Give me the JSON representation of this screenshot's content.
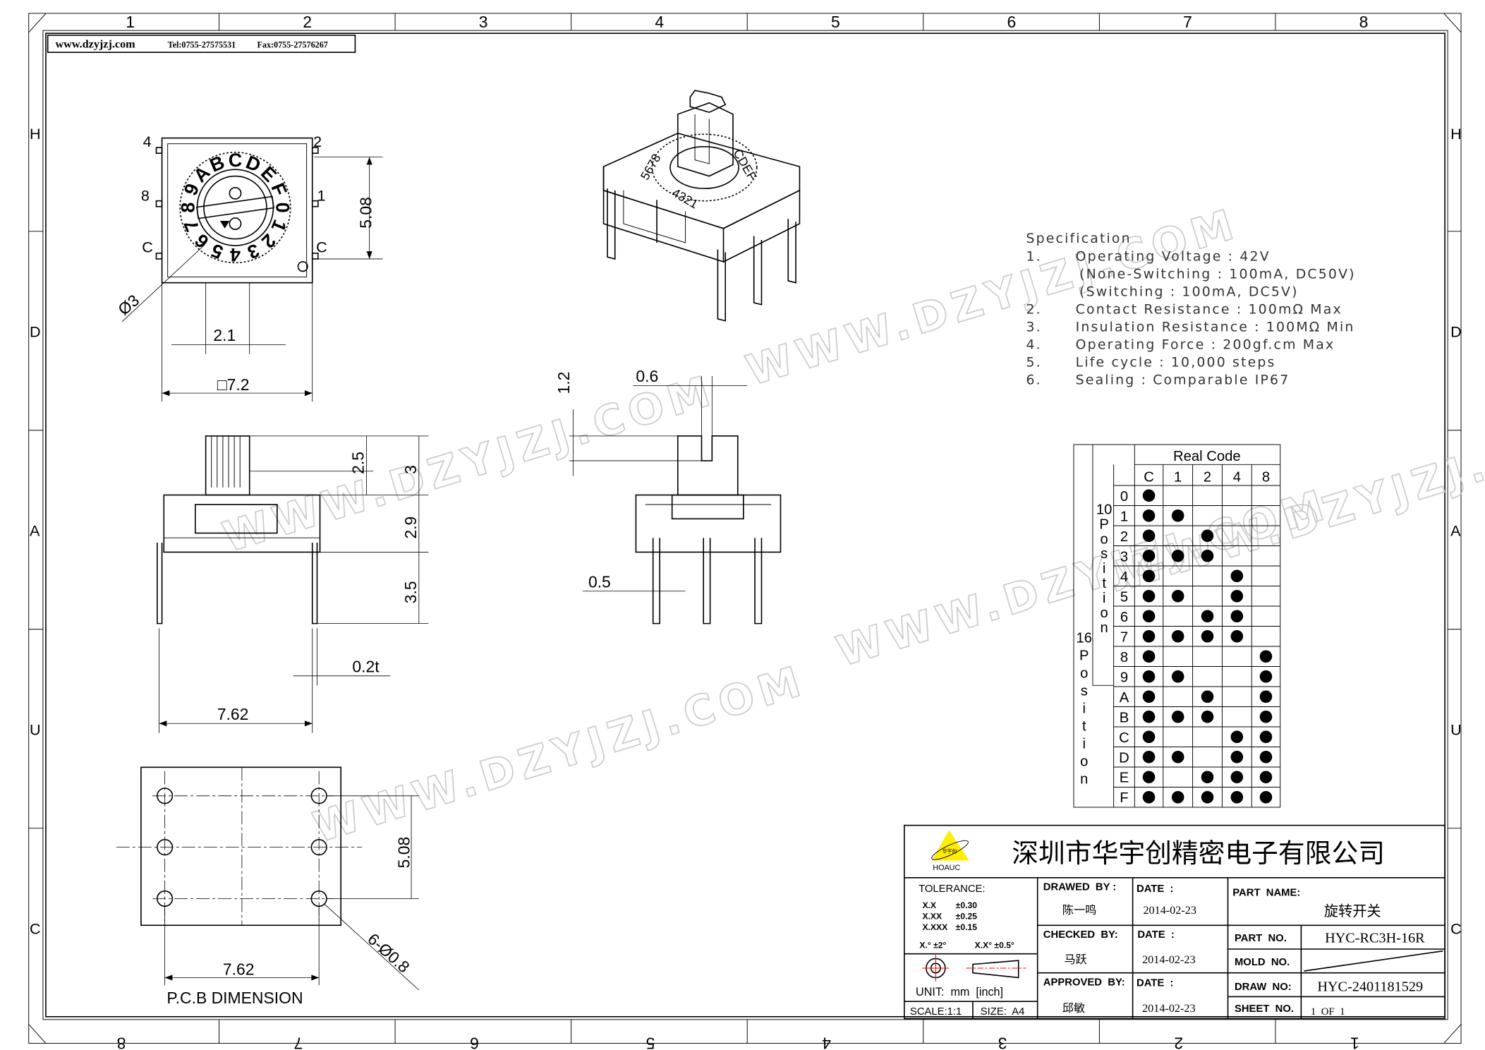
{
  "header": {
    "site": "www.dzyjzj.com",
    "tel": "Tel:0755-27575531",
    "fax": "Fax:0755-27576267"
  },
  "frame": {
    "top_zones": [
      "1",
      "2",
      "3",
      "4",
      "5",
      "6",
      "7",
      "8"
    ],
    "bottom_zones": [
      "8",
      "7",
      "6",
      "5",
      "4",
      "3",
      "2",
      "1"
    ],
    "side_zones": [
      "H",
      "D",
      "A",
      "U",
      "C"
    ]
  },
  "watermark": "WWW.DZYJZJ.COM",
  "top_view": {
    "pin_labels": {
      "tl": "4",
      "tr": "2",
      "ml": "8",
      "mr": "1",
      "bl": "C",
      "br": "C"
    },
    "dial_labels": [
      "C",
      "D",
      "E",
      "F",
      "0",
      "1",
      "2",
      "3",
      "4",
      "5",
      "6",
      "7",
      "8",
      "9",
      "A",
      "B"
    ],
    "dims": {
      "height": "5.08",
      "diameter": "Ø3",
      "pitch": "2.1",
      "square": "□7.2"
    }
  },
  "side_view": {
    "dims": {
      "shaft": "2.5",
      "shaft_total": "3",
      "body": "2.9",
      "pin": "3.5",
      "thickness": "0.2t",
      "pitch": "7.62"
    }
  },
  "end_view": {
    "dims": {
      "slot_depth": "1.2",
      "slot_width": "0.6",
      "pin_width": "0.5"
    }
  },
  "pcb": {
    "dims": {
      "pitch_y": "5.08",
      "pitch_x": "7.62",
      "holes": "6-Ø0.8"
    },
    "caption": "P.C.B DIMENSION"
  },
  "specification": {
    "title": "Specification",
    "items": [
      {
        "num": "1.",
        "text": "Operating Voltage : 42V"
      },
      {
        "num": "",
        "text": "(None-Switching : 100mA, DC50V)"
      },
      {
        "num": "",
        "text": "(Switching : 100mA, DC5V)"
      },
      {
        "num": "2.",
        "text": "Contact Resistance : 100mΩ Max"
      },
      {
        "num": "3.",
        "text": "Insulation Resistance : 100MΩ Min"
      },
      {
        "num": "4.",
        "text": "Operating Force : 200gf.cm Max"
      },
      {
        "num": "5.",
        "text": "Life cycle : 10,000 steps"
      },
      {
        "num": "6.",
        "text": "Sealing : Comparable IP67"
      }
    ]
  },
  "code_table": {
    "title": "Real Code",
    "label_16": [
      "16",
      "P",
      "o",
      "s",
      "i",
      "t",
      "i",
      "o",
      "n"
    ],
    "label_10": [
      "10",
      "P",
      "o",
      "s",
      "i",
      "t",
      "i",
      "o",
      "n"
    ],
    "columns": [
      "C",
      "1",
      "2",
      "4",
      "8"
    ],
    "rows": [
      {
        "pos": "0",
        "bits": [
          1,
          0,
          0,
          0,
          0
        ]
      },
      {
        "pos": "1",
        "bits": [
          1,
          1,
          0,
          0,
          0
        ]
      },
      {
        "pos": "2",
        "bits": [
          1,
          0,
          1,
          0,
          0
        ]
      },
      {
        "pos": "3",
        "bits": [
          1,
          1,
          1,
          0,
          0
        ]
      },
      {
        "pos": "4",
        "bits": [
          1,
          0,
          0,
          1,
          0
        ]
      },
      {
        "pos": "5",
        "bits": [
          1,
          1,
          0,
          1,
          0
        ]
      },
      {
        "pos": "6",
        "bits": [
          1,
          0,
          1,
          1,
          0
        ]
      },
      {
        "pos": "7",
        "bits": [
          1,
          1,
          1,
          1,
          0
        ]
      },
      {
        "pos": "8",
        "bits": [
          1,
          0,
          0,
          0,
          1
        ]
      },
      {
        "pos": "9",
        "bits": [
          1,
          1,
          0,
          0,
          1
        ]
      },
      {
        "pos": "A",
        "bits": [
          1,
          0,
          1,
          0,
          1
        ]
      },
      {
        "pos": "B",
        "bits": [
          1,
          1,
          1,
          0,
          1
        ]
      },
      {
        "pos": "C",
        "bits": [
          1,
          0,
          0,
          1,
          1
        ]
      },
      {
        "pos": "D",
        "bits": [
          1,
          1,
          0,
          1,
          1
        ]
      },
      {
        "pos": "E",
        "bits": [
          1,
          0,
          1,
          1,
          1
        ]
      },
      {
        "pos": "F",
        "bits": [
          1,
          1,
          1,
          1,
          1
        ]
      }
    ]
  },
  "title_block": {
    "company": "深圳市华宇创精密电子有限公司",
    "logo_text": "HOAUC",
    "logo_cn": "华宇创",
    "tolerance": {
      "label": "TOLERANCE:",
      "rows": [
        [
          "X.X",
          "±0.30"
        ],
        [
          "X.XX",
          "±0.25"
        ],
        [
          "X.XXX",
          "±0.15"
        ]
      ],
      "angle1": "X.° ±2°",
      "angle2": "X.X° ±0.5°"
    },
    "unit": "UNIT:  mm  [inch]",
    "scale": "SCALE:1:1",
    "size": "SIZE:  A4",
    "drawed_by": {
      "label": "DRAWED  BY :",
      "name": "陈一鸣",
      "date_label": "DATE  :",
      "date": "2014-02-23"
    },
    "checked_by": {
      "label": "CHECKED  BY:",
      "name": "马跃",
      "date_label": "DATE  :",
      "date": "2014-02-23"
    },
    "approved_by": {
      "label": "APPROVED  BY:",
      "name": "邱敏",
      "date_label": "DATE  :",
      "date": "2014-02-23"
    },
    "part_name": {
      "label": "PART  NAME:",
      "value": "旋转开关"
    },
    "part_no": {
      "label": "PART  NO.",
      "value": "HYC-RC3H-16R"
    },
    "mold_no": {
      "label": "MOLD  NO."
    },
    "draw_no": {
      "label": "DRAW  NO:",
      "value": "HYC-2401181529"
    },
    "sheet_no": {
      "label": "SHEET  NO.",
      "value": "1  OF  1"
    },
    "colors": {
      "logo": "#ffee00",
      "mark": "#ff0000"
    }
  }
}
